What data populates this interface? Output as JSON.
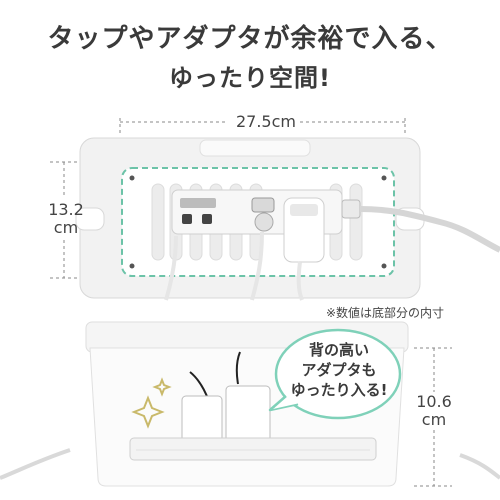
{
  "headline": {
    "line1": "タップやアダプタが余裕で入る、",
    "line2": "ゆったり空間!"
  },
  "dimensions": {
    "width": "27.5cm",
    "depth_value": "13.2",
    "depth_unit": "cm",
    "height_value": "10.6",
    "height_unit": "cm"
  },
  "note": "※数値は底部分の内寸",
  "callout": {
    "line1": "背の高い",
    "line2": "アダプタも",
    "line3": "ゆったり入る!"
  },
  "colors": {
    "accent_dashed": "#6cc3a8",
    "bubble_border": "#7fd1b9",
    "sparkle": "#c9b96a"
  }
}
